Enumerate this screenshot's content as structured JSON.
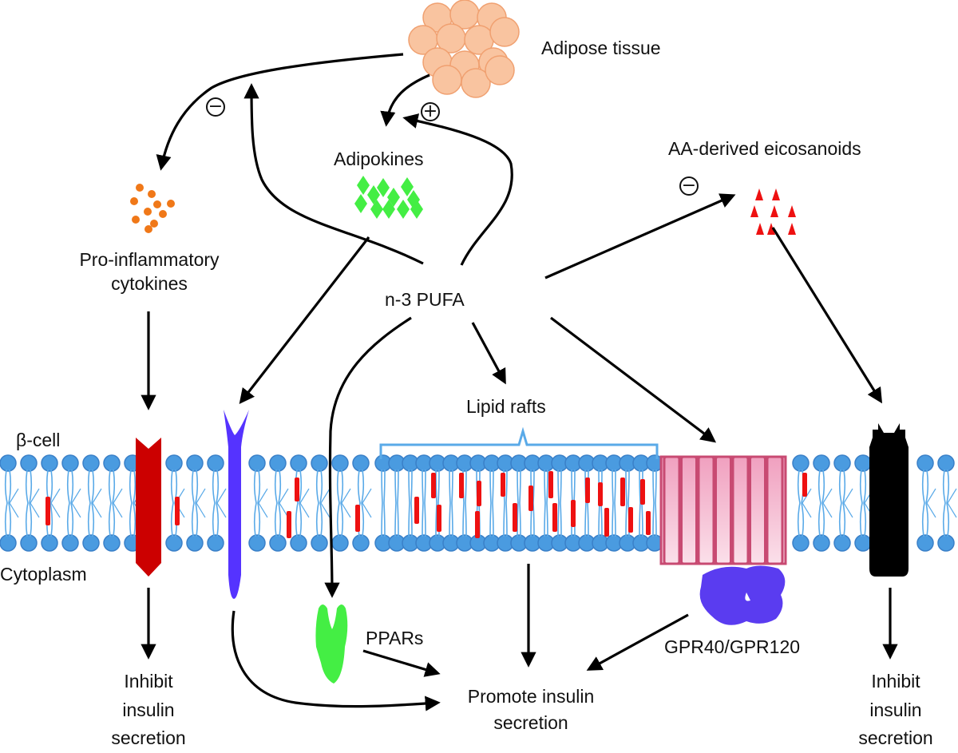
{
  "title": "n-3 PUFA effects on beta-cell insulin secretion",
  "labels": {
    "adipose_tissue": "Adipose tissue",
    "adipokines": "Adipokines",
    "aa_eicosanoids": "AA-derived eicosanoids",
    "pro_inflammatory_line1": "Pro-inflammatory",
    "pro_inflammatory_line2": "cytokines",
    "n3_pufa": "n-3 PUFA",
    "lipid_rafts": "Lipid rafts",
    "beta_cell": "β-cell",
    "cytoplasm": "Cytoplasm",
    "ppars": "PPARs",
    "gpr": "GPR40/GPR120",
    "inhibit_left_1": "Inhibit",
    "inhibit_left_2": "insulin",
    "inhibit_left_3": "secretion",
    "promote_1": "Promote insulin",
    "promote_2": "secretion",
    "inhibit_right_1": "Inhibit",
    "inhibit_right_2": "insulin",
    "inhibit_right_3": "secretion"
  },
  "signs": {
    "minus": "−",
    "plus": "+"
  },
  "colors": {
    "adipose": "#f9c4a0",
    "adipose_stroke": "#f0a070",
    "cytokine": "#f07818",
    "adipokine": "#44ee44",
    "eicosanoid": "#ee1111",
    "membrane_head": "#4a9be0",
    "membrane_tail": "#5aaae8",
    "cholesterol": "#ee1111",
    "channel_red": "#cc0000",
    "receptor_blue": "#5533ff",
    "gpr_pink": "#f2a8c4",
    "gpr_stroke": "#c84a72",
    "gprotein": "#5a3cf0",
    "ppar_green": "#44ee44",
    "black_channel": "#000000",
    "arrow": "#000000"
  }
}
